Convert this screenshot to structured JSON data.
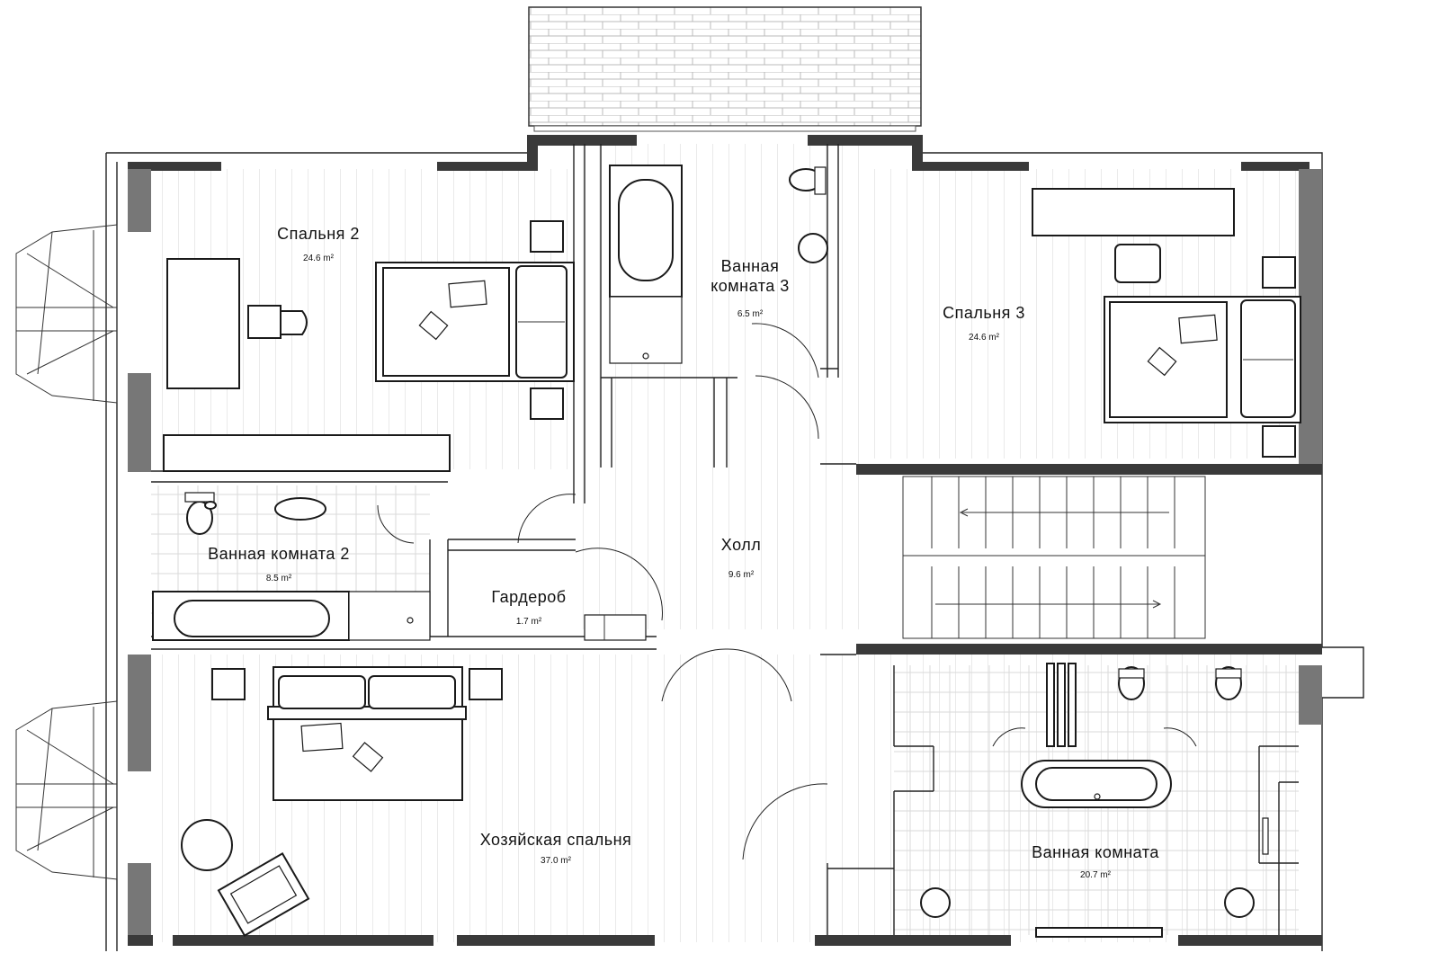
{
  "rooms": {
    "bedroom2": {
      "name": "Спальня 2",
      "area": "24.6 m²"
    },
    "bathroom3": {
      "name_line1": "Ванная",
      "name_line2": "комната 3",
      "area": "6.5 m²"
    },
    "bedroom3": {
      "name": "Спальня 3",
      "area": "24.6 m²"
    },
    "bathroom2": {
      "name": "Ванная комната 2",
      "area": "8.5 m²"
    },
    "hall": {
      "name": "Холл",
      "area": "9.6 m²"
    },
    "wardrobe": {
      "name": "Гардероб",
      "area": "1.7 m²"
    },
    "master_bedroom": {
      "name": "Хозяйская спальня",
      "area": "37.0 m²"
    },
    "bathroom": {
      "name": "Ванная комната",
      "area": "20.7 m²"
    }
  },
  "colors": {
    "wall": "#3a3a3a",
    "line": "#222222",
    "background": "#ffffff"
  }
}
